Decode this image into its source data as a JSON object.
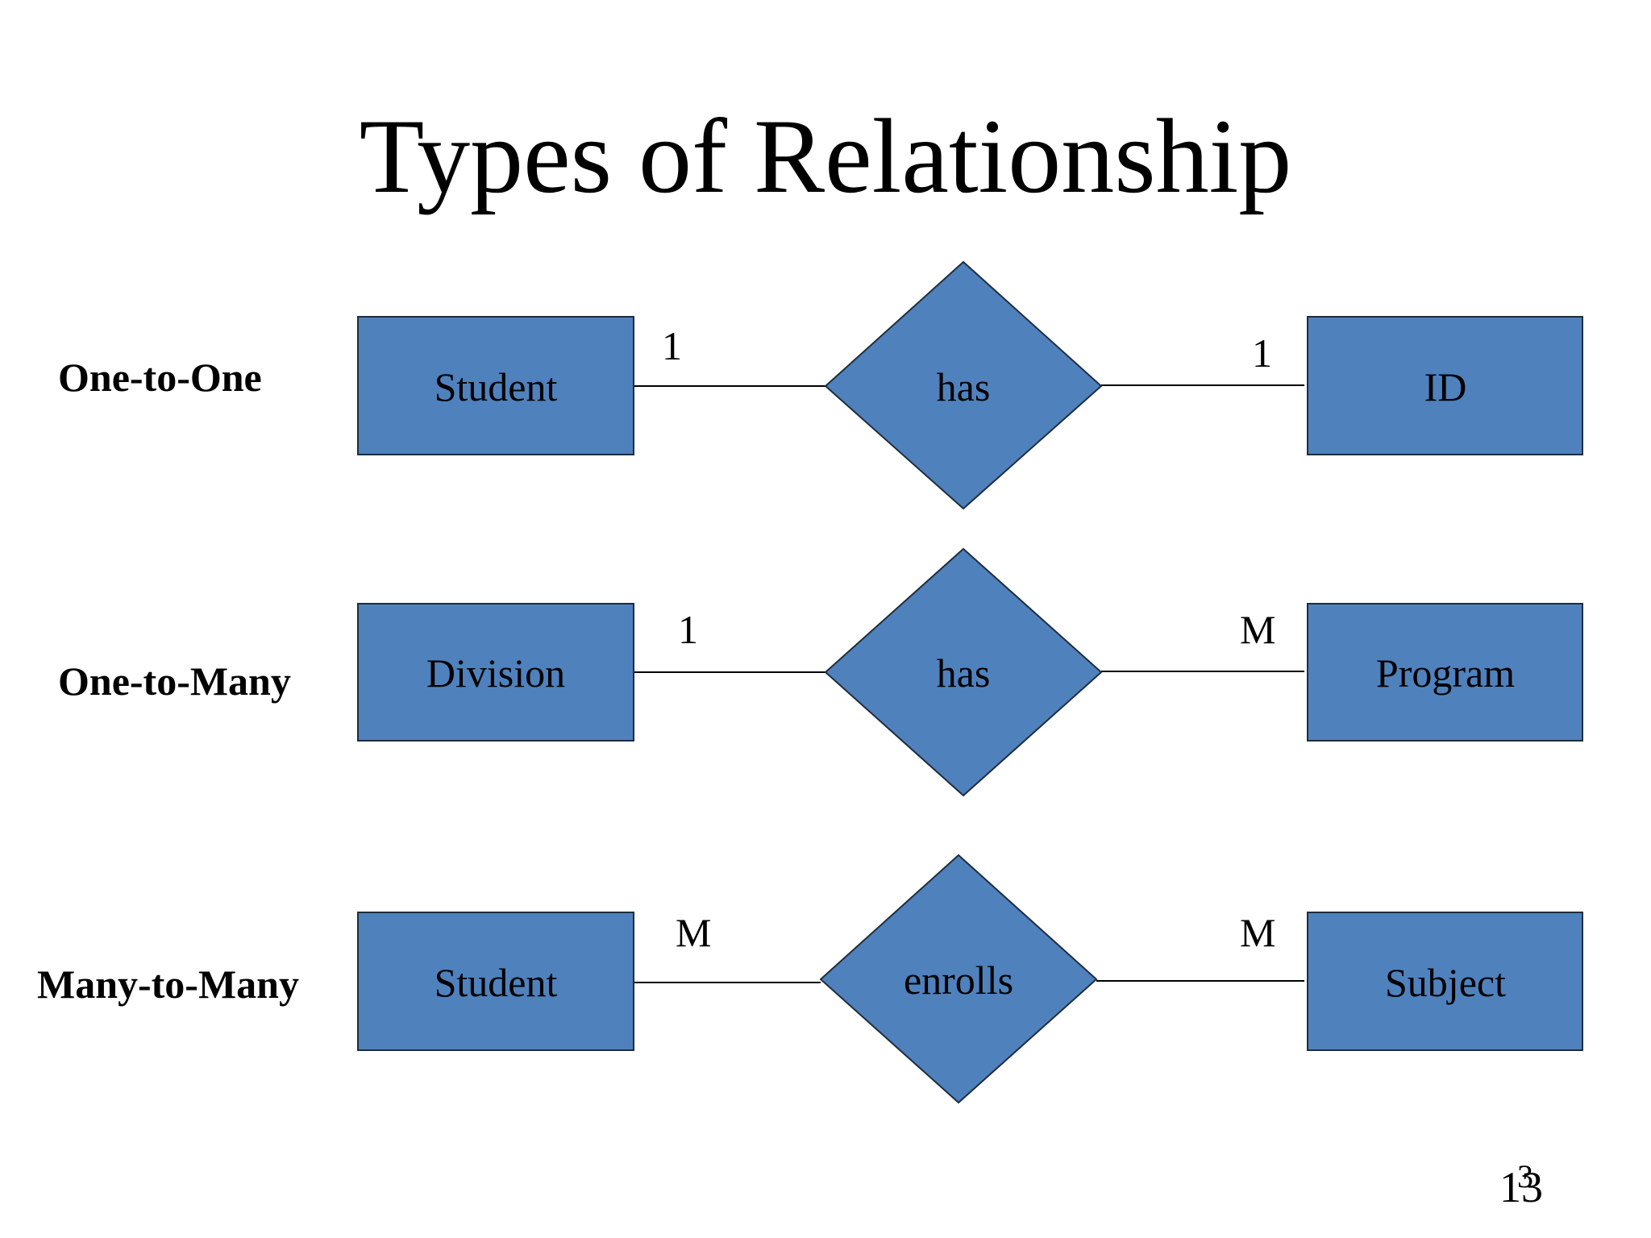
{
  "title": "Types of Relationship",
  "page_number": "13",
  "page_number_overlay": "3",
  "colors": {
    "entity_fill": "#4f81bd",
    "relationship_fill": "#4f81bd",
    "outline": "#1f2d3d",
    "line": "#000000"
  },
  "rows": [
    {
      "label": "One-to-One",
      "left_entity": "Student",
      "left_cardinality": "1",
      "relationship": "has",
      "right_cardinality": "1",
      "right_entity": "ID"
    },
    {
      "label": "One-to-Many",
      "left_entity": "Division",
      "left_cardinality": "1",
      "relationship": "has",
      "right_cardinality": "M",
      "right_entity": "Program"
    },
    {
      "label": "Many-to-Many",
      "left_entity": "Student",
      "left_cardinality": "M",
      "relationship": "enrolls",
      "right_cardinality": "M",
      "right_entity": "Subject"
    }
  ]
}
